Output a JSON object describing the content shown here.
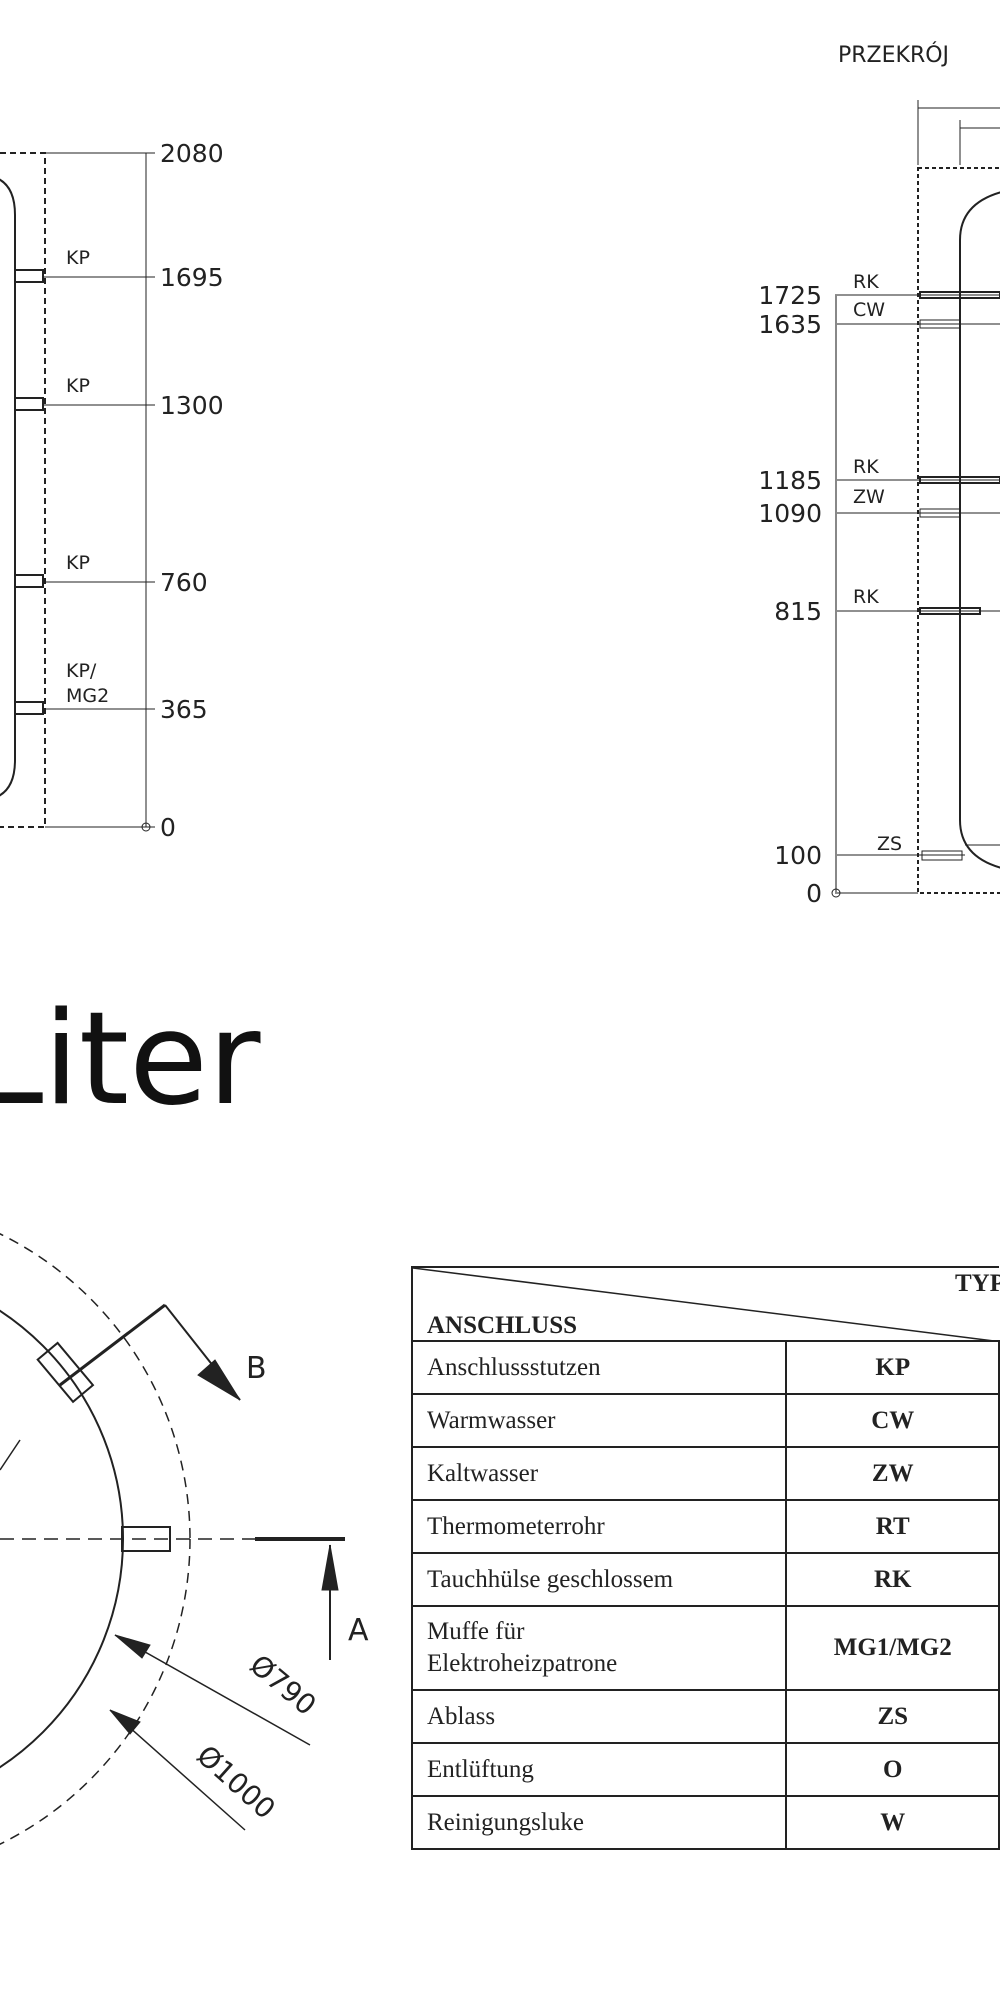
{
  "left_drawing": {
    "dimensions": [
      "2080",
      "1695",
      "1300",
      "760",
      "365",
      "0"
    ],
    "labels": [
      "KP",
      "KP",
      "KP",
      "KP/",
      "MG2"
    ]
  },
  "right_drawing": {
    "title": "PRZEKRÓJ",
    "dimensions": [
      "1725",
      "1635",
      "1185",
      "1090",
      "815",
      "100",
      "0"
    ],
    "labels": [
      "RK",
      "CW",
      "RK",
      "ZW",
      "RK",
      "ZS"
    ]
  },
  "heading": "Liter",
  "top_view": {
    "labels": [
      "B",
      "A",
      "Ø790",
      "Ø1000"
    ]
  },
  "table": {
    "header_left": "ANSCHLUSS",
    "header_right": "TYP",
    "rows": [
      {
        "name": "Anschlussstutzen",
        "code": "KP"
      },
      {
        "name": "Warmwasser",
        "code": "CW"
      },
      {
        "name": "Kaltwasser",
        "code": "ZW"
      },
      {
        "name": "Thermometerrohr",
        "code": "RT"
      },
      {
        "name": "Tauchhülse geschlossem",
        "code": "RK"
      },
      {
        "name": "Muffe für Elektroheizpatrone",
        "code": "MG1/MG2"
      },
      {
        "name": "Ablass",
        "code": "ZS"
      },
      {
        "name": "Entlüftung",
        "code": "O"
      },
      {
        "name": "Reinigungsluke",
        "code": "W"
      }
    ]
  }
}
